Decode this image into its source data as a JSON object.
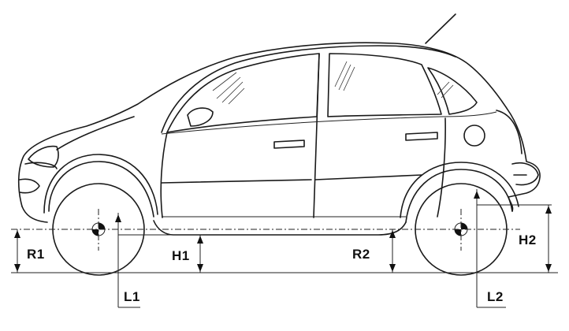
{
  "labels": {
    "r1": "R1",
    "h1": "H1",
    "r2": "R2",
    "h2": "H2",
    "l1": "L1",
    "l2": "L2"
  }
}
